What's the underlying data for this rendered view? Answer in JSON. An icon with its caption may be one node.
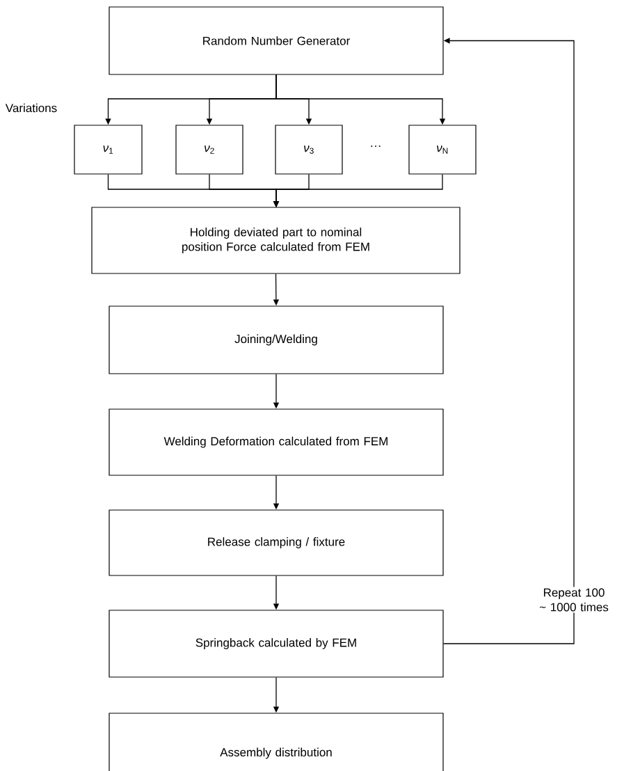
{
  "diagram": {
    "nodes": [
      {
        "text": [
          "Random Number Generator"
        ]
      },
      {
        "text": [
          "*ν*$_{1}$"
        ]
      },
      {
        "text": [
          "*ν*$_{2}$"
        ]
      },
      {
        "text": [
          "*ν*$_{3}$"
        ]
      },
      {
        "text": [
          "*ν*$_{N}$"
        ]
      },
      {
        "text": [
          "Holding deviated part to nominal position Force calculated from FEM"
        ]
      },
      {
        "text": [
          "Joining/Welding"
        ]
      },
      {
        "text": [
          "Welding Deformation calculated from FEM"
        ]
      },
      {
        "text": [
          "Release clamping / fixture"
        ]
      },
      {
        "text": [
          "Springback calculated by FEM"
        ]
      },
      {
        "text": [
          "Assembly distribution"
        ]
      }
    ],
    "edges": [
      {
        "from": 0,
        "to": 1,
        "arrow": "to"
      },
      {
        "from": 0,
        "to": 2,
        "arrow": "to"
      },
      {
        "from": 0,
        "to": 3,
        "arrow": "to"
      },
      {
        "from": 0,
        "to": 4,
        "arrow": "to"
      },
      {
        "from": 1,
        "to": 5,
        "arrow": "to"
      },
      {
        "from": 2,
        "to": 5,
        "arrow": "to"
      },
      {
        "from": 3,
        "to": 5,
        "arrow": "to"
      },
      {
        "from": 4,
        "to": 5,
        "arrow": "to"
      },
      {
        "from": 5,
        "to": 6,
        "arrow": "to"
      },
      {
        "from": 6,
        "to": 7,
        "arrow": "to"
      },
      {
        "from": 7,
        "to": 8,
        "arrow": "to"
      },
      {
        "from": 8,
        "to": 9,
        "arrow": "to"
      },
      {
        "from": 9,
        "to": 10,
        "arrow": "to"
      },
      {
        "from": 9,
        "to": 0,
        "arrow": "to",
        "label": "Repeat 100 ~ 1000 times"
      }
    ],
    "labels": [
      "Variations",
      "···"
    ]
  }
}
